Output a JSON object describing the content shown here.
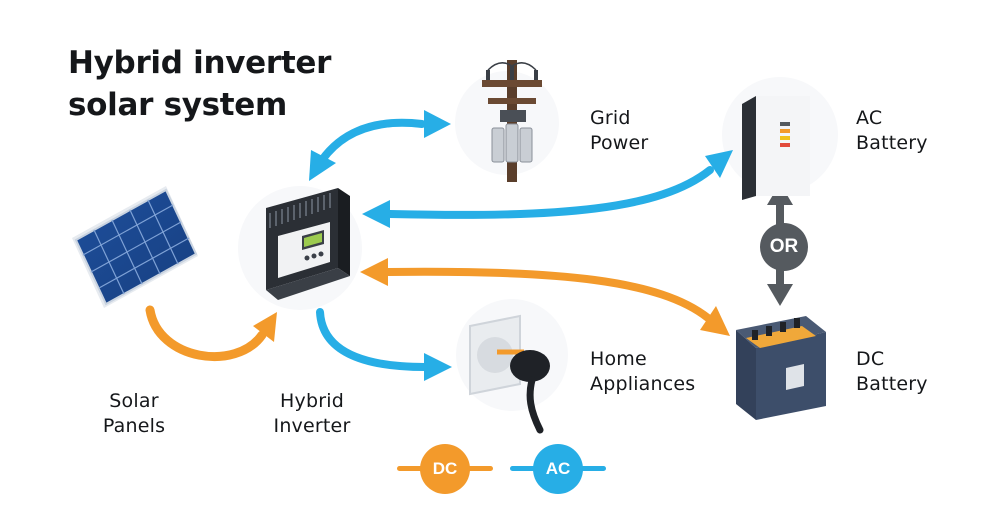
{
  "title": {
    "line1": "Hybrid inverter",
    "line2": "solar system"
  },
  "nodes": {
    "solar_panels": {
      "line1": "Solar",
      "line2": "Panels"
    },
    "hybrid_inverter": {
      "line1": "Hybrid",
      "line2": "Inverter"
    },
    "grid_power": {
      "line1": "Grid",
      "line2": "Power"
    },
    "home_appliances": {
      "line1": "Home",
      "line2": "Appliances"
    },
    "ac_battery": {
      "line1": "AC",
      "line2": "Battery"
    },
    "dc_battery": {
      "line1": "DC",
      "line2": "Battery"
    }
  },
  "or_label": "OR",
  "legend": {
    "dc": "DC",
    "ac": "AC"
  },
  "colors": {
    "dc": "#f39a2b",
    "ac": "#27aee6",
    "or": "#555a5f"
  }
}
